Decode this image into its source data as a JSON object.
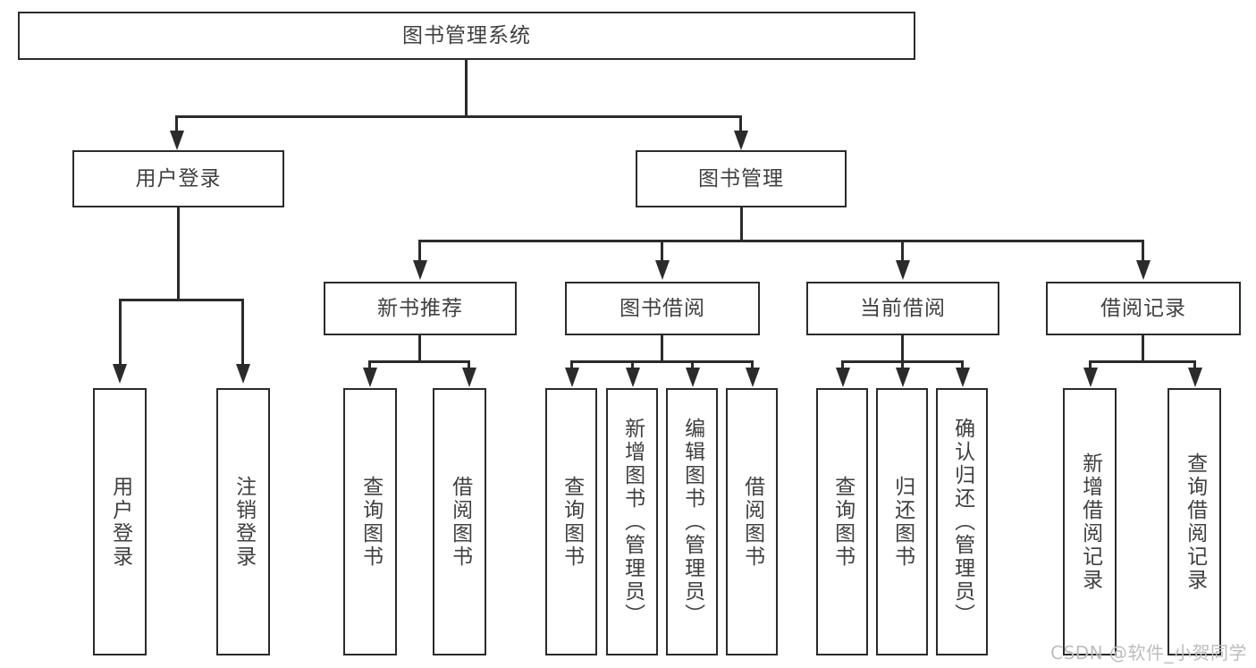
{
  "diagram": {
    "title": "图书管理系统",
    "root": {
      "label": "图书管理系统"
    },
    "level2": [
      {
        "label": "用户登录"
      },
      {
        "label": "图书管理"
      }
    ],
    "level3": [
      {
        "label": "新书推荐"
      },
      {
        "label": "图书借阅"
      },
      {
        "label": "当前借阅"
      },
      {
        "label": "借阅记录"
      }
    ],
    "leaves": {
      "user_login": [
        {
          "label": "用户登录"
        },
        {
          "label": "注销登录"
        }
      ],
      "new_book_recommend": [
        {
          "label": "查询图书"
        },
        {
          "label": "借阅图书"
        }
      ],
      "book_borrow": [
        {
          "label": "查询图书"
        },
        {
          "label": "新增图书（管理员）"
        },
        {
          "label": "编辑图书（管理员）"
        },
        {
          "label": "借阅图书"
        }
      ],
      "current_borrow": [
        {
          "label": "查询图书"
        },
        {
          "label": "归还图书"
        },
        {
          "label": "确认归还（管理员）"
        }
      ],
      "borrow_record": [
        {
          "label": "新增借阅记录"
        },
        {
          "label": "查询借阅记录"
        }
      ]
    }
  },
  "watermark": {
    "text": "CSDN @软件_小贺同学"
  },
  "colors": {
    "border": "#2b2b2b",
    "text": "#404040",
    "background": "#ffffff",
    "watermark": "#bdbdbd"
  }
}
